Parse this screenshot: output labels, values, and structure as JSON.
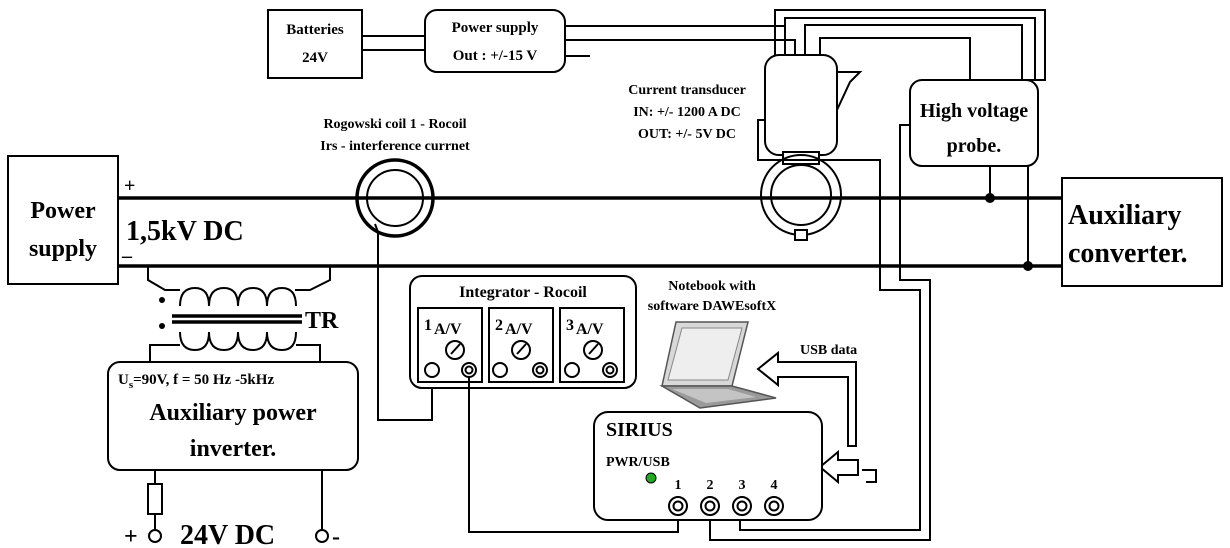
{
  "batteries": {
    "line1": "Batteries",
    "line2": "24V"
  },
  "power_supply_small": {
    "line1": "Power supply",
    "line2": "Out : +/-15 V"
  },
  "current_transducer": {
    "line1": "Current transducer",
    "line2": "IN: +/- 1200 A DC",
    "line3": "OUT: +/- 5V DC"
  },
  "hv_probe": {
    "line1": "High voltage",
    "line2": "probe."
  },
  "rogowski": {
    "line1": "Rogowski coil 1 - Rocoil",
    "line2": "Irs - interference currnet"
  },
  "main_supply": {
    "line1": "Power",
    "line2": "supply"
  },
  "bus": {
    "plus": "+",
    "minus": "–",
    "voltage": "1,5kV DC"
  },
  "aux_converter": {
    "line1": "Auxiliary",
    "line2": "converter."
  },
  "transformer": {
    "label": "TR"
  },
  "aux_inverter": {
    "spec_u": "U",
    "spec_s": "s",
    "spec_rest": "=90V, f = 50 Hz -5kHz",
    "line1": "Auxiliary power",
    "line2": "inverter."
  },
  "input_dc": {
    "plus": "+",
    "label": "24V DC",
    "minus": "-"
  },
  "integrator": {
    "title": "Integrator - Rocoil",
    "channels": [
      {
        "num": "1",
        "unit": "A/V"
      },
      {
        "num": "2",
        "unit": "A/V"
      },
      {
        "num": "3",
        "unit": "A/V"
      }
    ]
  },
  "notebook": {
    "line1": "Notebook with",
    "line2": "software DAWEsoftX"
  },
  "usb": {
    "label": "USB data"
  },
  "sirius": {
    "title": "SIRIUS",
    "pwr": "PWR/USB",
    "led_color": "#22aa22",
    "ports": [
      "1",
      "2",
      "3",
      "4"
    ]
  }
}
